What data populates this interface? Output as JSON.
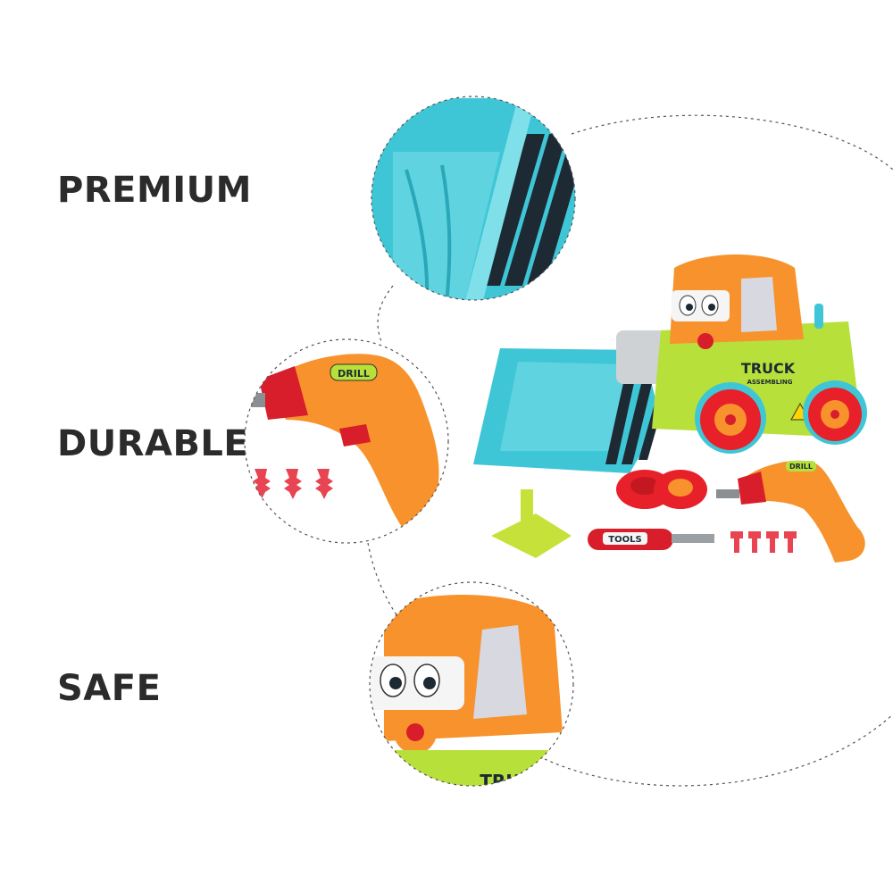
{
  "features": {
    "premium": "PREMIUM",
    "durable": "DURABLE",
    "safe": "SAFE"
  },
  "toy": {
    "brand_text": "TRUCK",
    "sub_text": "ASSEMBLING",
    "drill_text": "DRILL",
    "tools_text": "TOOLS"
  },
  "colors": {
    "bucket": "#3fc6d6",
    "cab": "#f7922d",
    "body": "#b7e03a",
    "wheel": "#e8202a",
    "text": "#2b2b2b"
  }
}
